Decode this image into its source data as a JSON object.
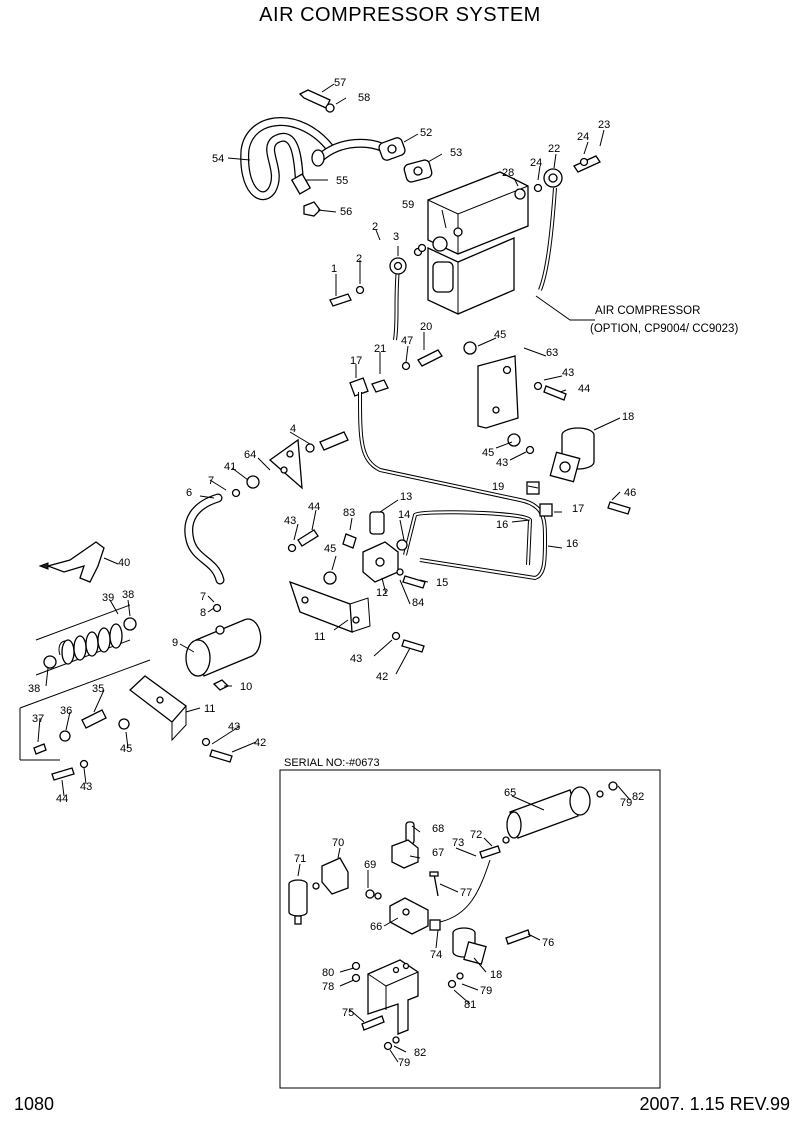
{
  "title": "AIR COMPRESSOR SYSTEM",
  "page_number": "1080",
  "revision": "2007. 1.15  REV.99",
  "callout_text": {
    "air_compressor_line1": "AIR COMPRESSOR",
    "air_compressor_line2": "(OPTION, CP9004/ CC9023)"
  },
  "inset": {
    "serial_label": "SERIAL NO:-#0673"
  },
  "labels": [
    "57",
    "58",
    "52",
    "53",
    "54",
    "55",
    "56",
    "23",
    "24",
    "22",
    "24",
    "28",
    "59",
    "3",
    "2",
    "1",
    "2",
    "20",
    "47",
    "21",
    "17",
    "45",
    "63",
    "43",
    "44",
    "18",
    "45",
    "43",
    "4",
    "64",
    "41",
    "7",
    "6",
    "19",
    "46",
    "16",
    "17",
    "16",
    "13",
    "14",
    "83",
    "44",
    "43",
    "45",
    "12",
    "15",
    "84",
    "40",
    "39",
    "38",
    "7",
    "8",
    "9",
    "11",
    "43",
    "42",
    "10",
    "35",
    "36",
    "37",
    "11",
    "43",
    "42",
    "45",
    "38",
    "44",
    "43",
    "65",
    "82",
    "79",
    "70",
    "68",
    "73",
    "72",
    "71",
    "67",
    "69",
    "77",
    "66",
    "74",
    "76",
    "18",
    "80",
    "78",
    "79",
    "81",
    "75",
    "82",
    "79"
  ]
}
